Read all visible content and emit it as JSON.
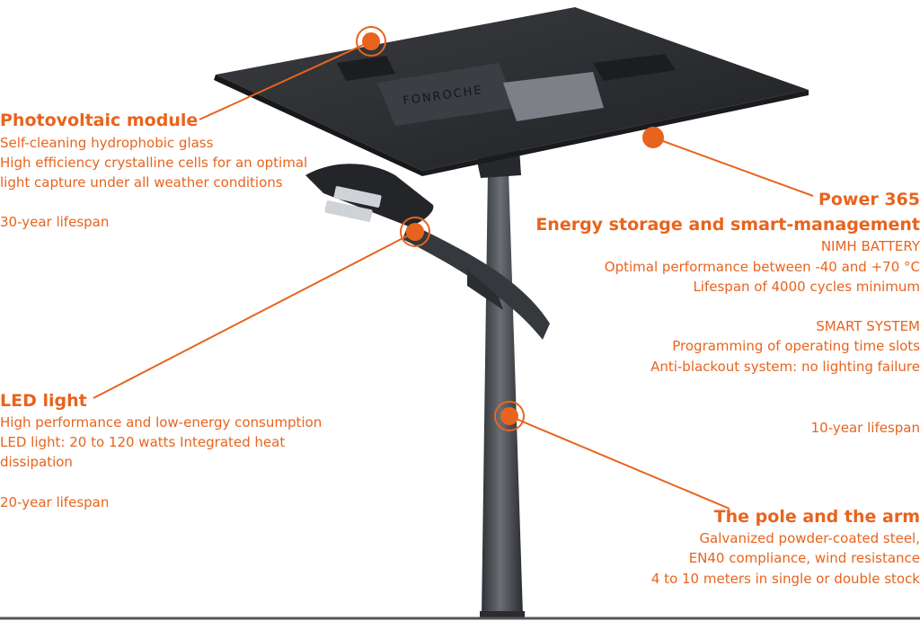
{
  "brand": "FONROCHE",
  "colors": {
    "accent": "#e8641e",
    "panel": "#2d2f33",
    "pole": "#45484d"
  },
  "photovoltaic": {
    "title": "Photovoltaic module",
    "line1": "Self-cleaning hydrophobic glass",
    "line2": "High efficiency crystalline cells for an optimal",
    "line3": "light capture under all weather conditions",
    "lifespan": "30-year lifespan"
  },
  "led": {
    "title": "LED light",
    "line1": "High performance and low-energy consumption",
    "line2": "LED light: 20 to 120 watts Integrated heat",
    "line3": "dissipation",
    "lifespan": "20-year lifespan"
  },
  "power": {
    "title": "Power 365",
    "subtitle": "Energy storage and smart-management",
    "battery_heading": "NIMH BATTERY",
    "battery_line1": "Optimal performance between -40 and +70 °C",
    "battery_line2": "Lifespan of 4000 cycles minimum",
    "smart_heading": "SMART SYSTEM",
    "smart_line1": "Programming of operating time slots",
    "smart_line2": "Anti-blackout system: no lighting failure",
    "lifespan": "10-year lifespan"
  },
  "pole": {
    "title": "The pole and the arm",
    "line1": "Galvanized powder-coated steel,",
    "line2": "EN40 compliance, wind resistance",
    "line3": "4 to 10 meters in single or double stock"
  }
}
